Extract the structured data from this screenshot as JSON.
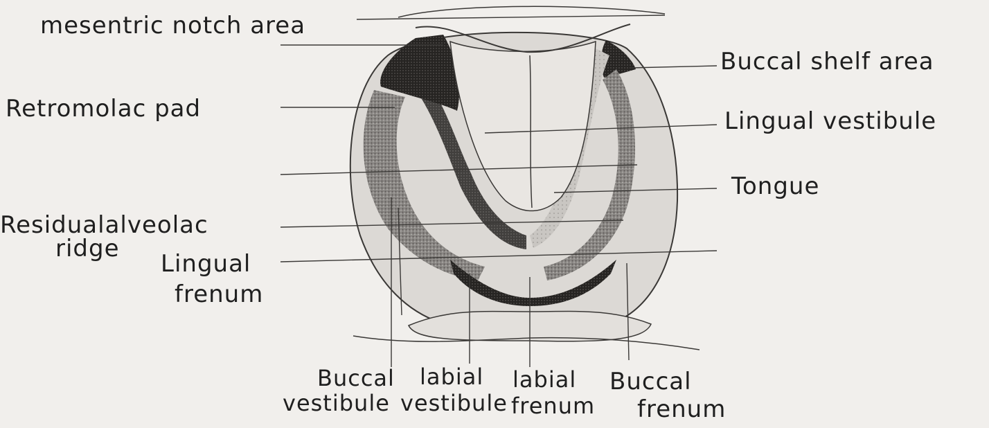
{
  "labels": {
    "mesentric_notch_area": "mesentric notch area",
    "retromolar_pad": "Retromolac pad",
    "residual_alveolar_ridge_1": "Residualalveolac",
    "residual_alveolar_ridge_2": "ridge",
    "lingual_frenum_1": "Lingual",
    "lingual_frenum_2": "frenum",
    "buccal_shelf_area": "Buccal shelf area",
    "lingual_vestibule": "Lingual vestibule",
    "tongue": "Tongue",
    "buccal_vestibule_1": "Buccal",
    "buccal_vestibule_2": "vestibule",
    "labial_vestibule_1": "labial",
    "labial_vestibule_2": "vestibule",
    "labial_frenum_1": "labial",
    "labial_frenum_2": "frenum",
    "buccal_frenum_1": "Buccal",
    "buccal_frenum_2": "frenum"
  }
}
